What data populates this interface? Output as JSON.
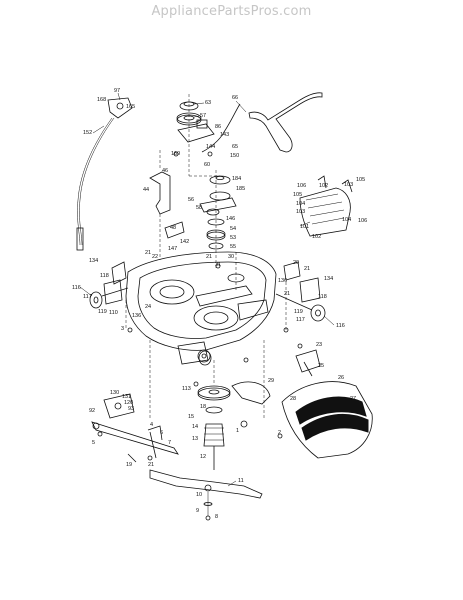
{
  "watermark": "AppliancePartsPros.com",
  "callouts": {
    "c97": "97",
    "c168": "168",
    "c165": "165",
    "c152": "152",
    "c66": "66",
    "c63": "63",
    "c57": "57",
    "c86": "86",
    "c143": "143",
    "c144": "144",
    "c65": "65",
    "c169": "169",
    "c150": "150",
    "c60": "60",
    "c46": "46",
    "c44": "44",
    "c184": "184",
    "c185": "185",
    "c56": "56",
    "c146": "146",
    "c58": "58",
    "c48": "48",
    "c54": "54",
    "c142": "142",
    "c53": "53",
    "c147": "147",
    "c55": "55",
    "c22": "22",
    "c21a": "21",
    "c21b": "21",
    "c30": "30",
    "c31": "31",
    "c134a": "134",
    "c116a": "116",
    "c117a": "117",
    "c118a": "118",
    "c119a": "119",
    "c110a": "110",
    "c24": "24",
    "c3": "3",
    "c136a": "136",
    "c20": "20",
    "c21c": "21",
    "c134b": "134",
    "c116b": "116",
    "c118b": "118",
    "c119b": "119",
    "c117b": "117",
    "c136b": "136",
    "c21d": "21",
    "c106a": "106",
    "c102a": "102",
    "c103a": "103",
    "c105a": "105",
    "c105b": "105",
    "c104a": "104",
    "c103b": "103",
    "c101": "101",
    "c102b": "102",
    "c104b": "104",
    "c106b": "106",
    "c23": "23",
    "c25": "25",
    "c26": "26",
    "c27": "27",
    "c28": "28",
    "c113": "113",
    "c18": "18",
    "c15": "15",
    "c14": "14",
    "c13": "13",
    "c12": "12",
    "c11": "11",
    "c10": "10",
    "c9": "9",
    "c8": "8",
    "c19": "19",
    "c21e": "21",
    "c130": "130",
    "c131": "131",
    "c120": "120",
    "c92": "92",
    "c93": "93",
    "c5": "5",
    "c4": "4",
    "c6": "6",
    "c7": "7",
    "c2": "2",
    "c1": "1",
    "c29": "29"
  }
}
